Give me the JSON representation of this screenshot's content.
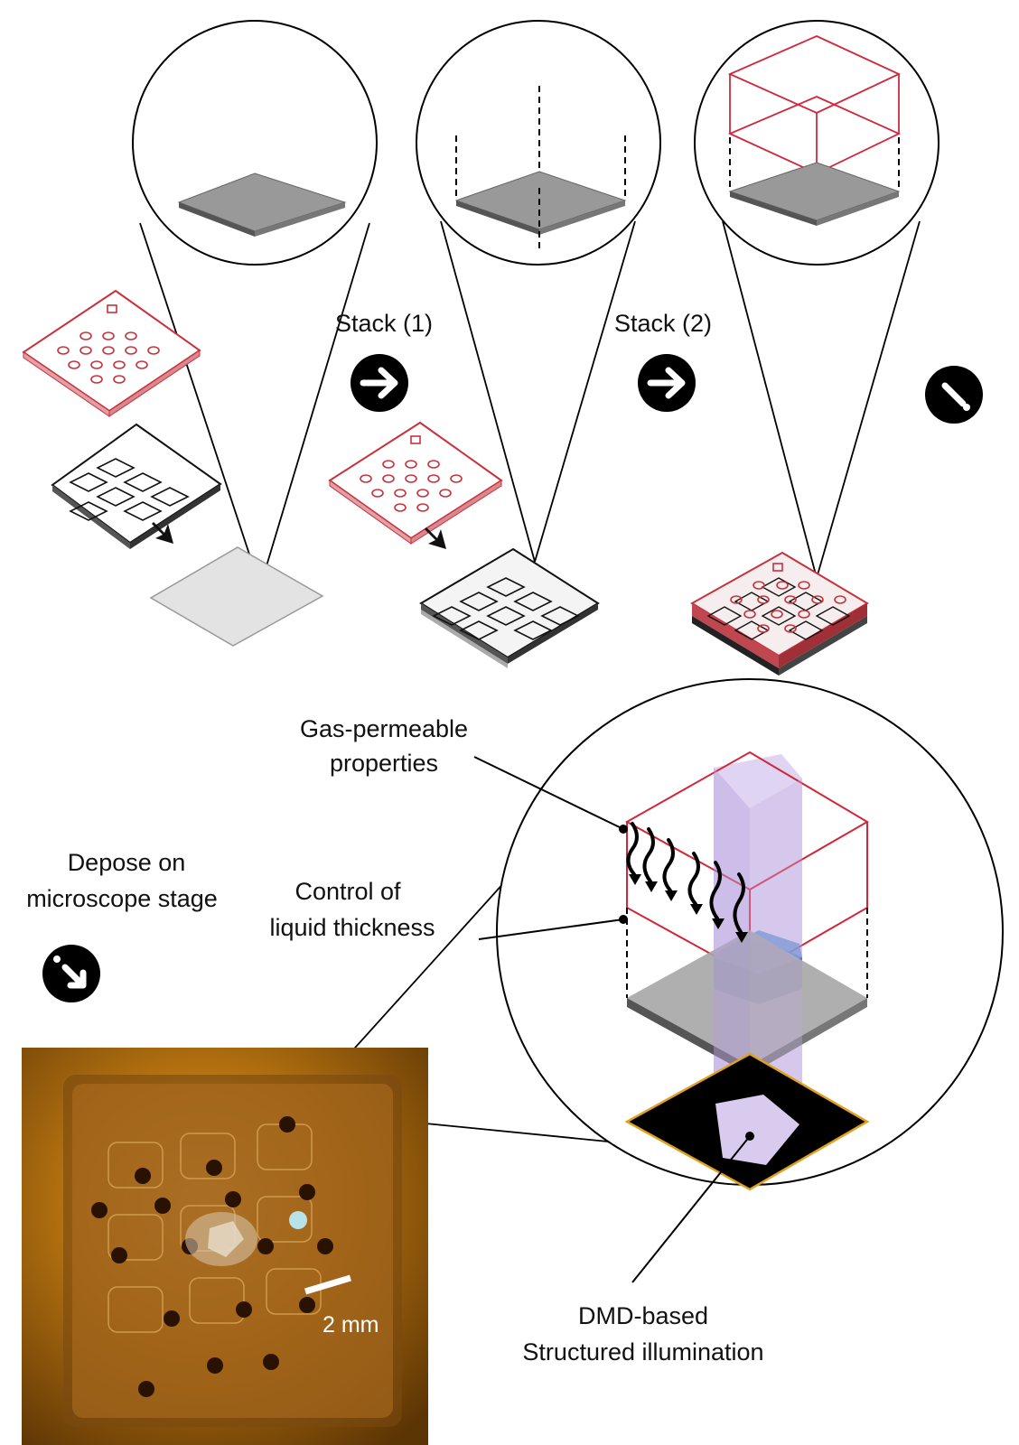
{
  "labels": {
    "stack1": "Stack (1)",
    "stack2": "Stack (2)",
    "gas_line1": "Gas-permeable",
    "gas_line2": "properties",
    "control_line1": "Control of",
    "control_line2": "liquid thickness",
    "depose_line1": "Depose on",
    "depose_line2": "microscope stage",
    "dmd_line1": "DMD-based",
    "dmd_line2": "Structured illumination",
    "scale_bar": "2 mm"
  },
  "colors": {
    "pattern_red": "#c8323c",
    "glass_gray": "#a6a6a6",
    "light_purple": "#c5b0e6",
    "crystal_blue": "#3d6ea8",
    "photo_amber": "#b87410"
  },
  "icons": [
    "arrow-right-icon",
    "arrow-right-icon",
    "arrow-down-icon",
    "arrow-diagonal-icon"
  ]
}
